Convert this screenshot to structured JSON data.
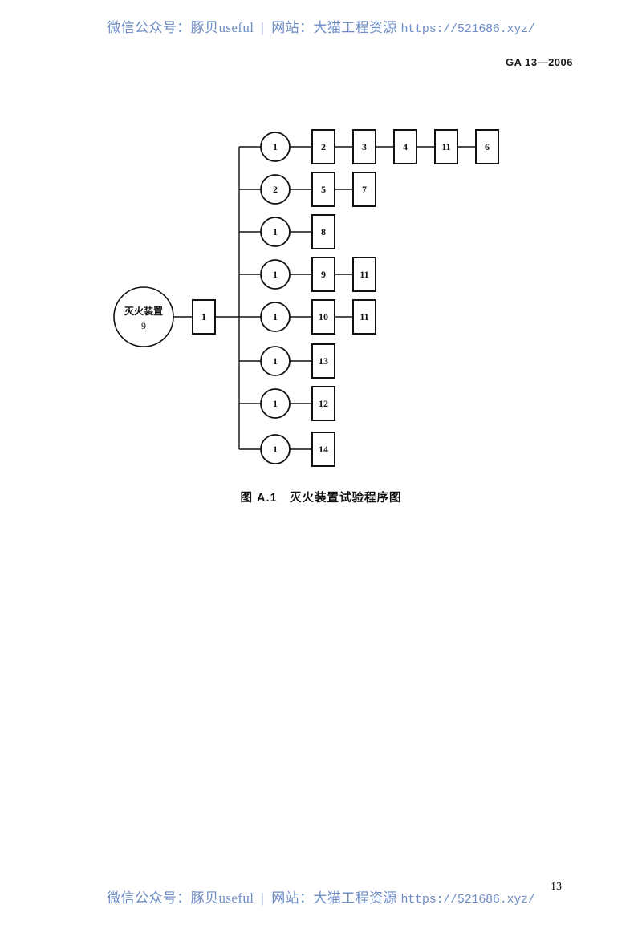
{
  "watermark": {
    "prefix": "微信公众号：豚贝useful",
    "separator": "|",
    "site": "网站：大猫工程资源",
    "url": "https://521686.xyz/"
  },
  "header": {
    "standard_code": "GA 13—2006"
  },
  "footer": {
    "page_number": "13"
  },
  "figure": {
    "caption": "图 A.1　灭火装置试验程序图",
    "start_node": {
      "label": "灭火装置",
      "number": "9"
    },
    "trunk_box": "1",
    "rows": [
      {
        "circle": "1",
        "boxes": [
          "2",
          "3",
          "4",
          "11",
          "6"
        ]
      },
      {
        "circle": "2",
        "boxes": [
          "5",
          "7"
        ]
      },
      {
        "circle": "1",
        "boxes": [
          "8"
        ]
      },
      {
        "circle": "1",
        "boxes": [
          "9",
          "11"
        ]
      },
      {
        "circle": "1",
        "boxes": [
          "10",
          "11"
        ]
      },
      {
        "circle": "1",
        "boxes": [
          "13"
        ]
      },
      {
        "circle": "1",
        "boxes": [
          "12"
        ]
      },
      {
        "circle": "1",
        "boxes": [
          "14"
        ]
      }
    ]
  }
}
